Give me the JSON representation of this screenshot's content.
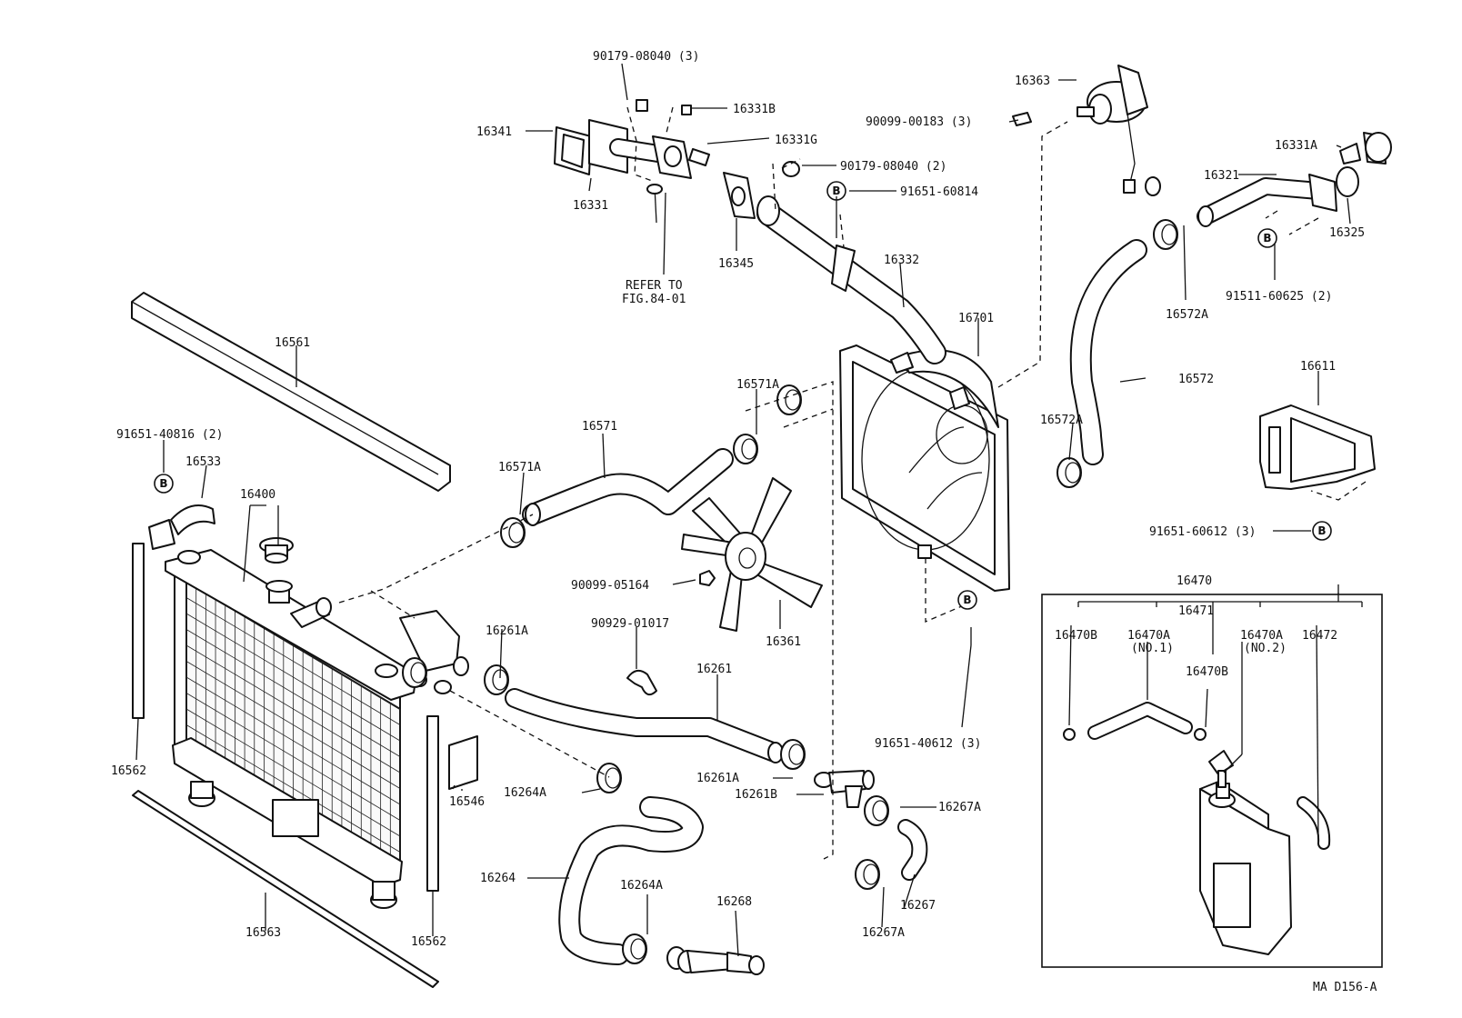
{
  "diagram_code": "MA D156-A",
  "refer_note": [
    "REFER TO",
    "FIG.84-01"
  ],
  "badge_letter": "B",
  "labels": {
    "p90179_3": "90179-08040 (3)",
    "p16331B": "16331B",
    "p16341": "16341",
    "p16331G": "16331G",
    "p90179_2": "90179-08040 (2)",
    "p16331": "16331",
    "p91651_60814": "91651-60814",
    "p16345": "16345",
    "p16363": "16363",
    "p90099_00183": "90099-00183 (3)",
    "p16331A": "16331A",
    "p16321": "16321",
    "p16325": "16325",
    "p91511_60625": "91511-60625 (2)",
    "p16572A_top": "16572A",
    "p16332": "16332",
    "p16701": "16701",
    "p16561": "16561",
    "p16571A_right": "16571A",
    "p16572": "16572",
    "p16611": "16611",
    "p16572A_mid": "16572A",
    "p16571": "16571",
    "p91651_40816": "91651-40816 (2)",
    "p16533": "16533",
    "p16571A_left": "16571A",
    "p16400": "16400",
    "p91651_60612": "91651-60612 (3)",
    "p16470": "16470",
    "p16471": "16471",
    "p90099_05164": "90099-05164",
    "p90929_01017": "90929-01017",
    "p16361": "16361",
    "p16261A_top": "16261A",
    "p16261": "16261",
    "p16470B_left": "16470B",
    "p16470A_no1": "16470A",
    "p16470A_no1_sub": "(NO.1)",
    "p16470A_no2": "16470A",
    "p16470A_no2_sub": "(NO.2)",
    "p16472": "16472",
    "p16470B_mid": "16470B",
    "p91651_40612": "91651-40612 (3)",
    "p16562_left": "16562",
    "p16546": "16546",
    "p16264A_top": "16264A",
    "p16261A_bot": "16261A",
    "p16261B": "16261B",
    "p16267A_right": "16267A",
    "p16264": "16264",
    "p16264A_bot": "16264A",
    "p16268": "16268",
    "p16267": "16267",
    "p16267A_bot": "16267A",
    "p16563": "16563",
    "p16562_right": "16562"
  }
}
